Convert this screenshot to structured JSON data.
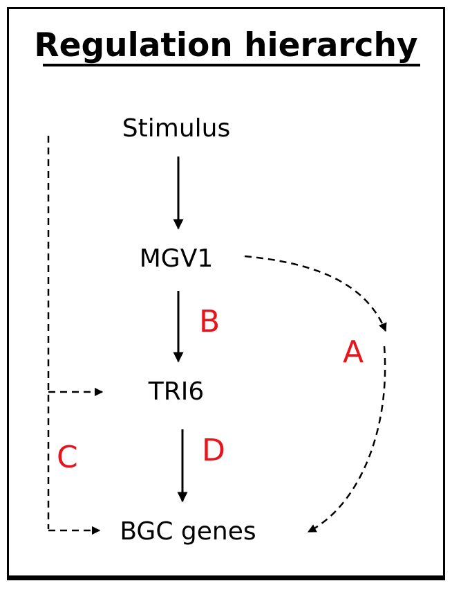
{
  "title": "Regulation hierarchy",
  "nodes": {
    "stimulus": "Stimulus",
    "mgv1": "MGV1",
    "tri6": "TRI6",
    "bgc_genes": "BGC genes"
  },
  "edge_labels": {
    "a": "A",
    "b": "B",
    "c": "C",
    "d": "D"
  },
  "colors": {
    "text": "#000000",
    "edge_label": "#e8141b",
    "frame": "#000000"
  },
  "edges": [
    {
      "from": "Stimulus",
      "to": "MGV1",
      "style": "solid"
    },
    {
      "from": "MGV1",
      "to": "TRI6",
      "style": "solid",
      "label": "B"
    },
    {
      "from": "TRI6",
      "to": "BGC genes",
      "style": "solid",
      "label": "D"
    },
    {
      "from": "MGV1",
      "to": "BGC genes",
      "style": "dashed",
      "label": "A"
    },
    {
      "from": "Stimulus",
      "to": "TRI6",
      "style": "dashed",
      "label": "C"
    },
    {
      "from": "Stimulus",
      "to": "BGC genes",
      "style": "dashed",
      "label": "C"
    }
  ]
}
